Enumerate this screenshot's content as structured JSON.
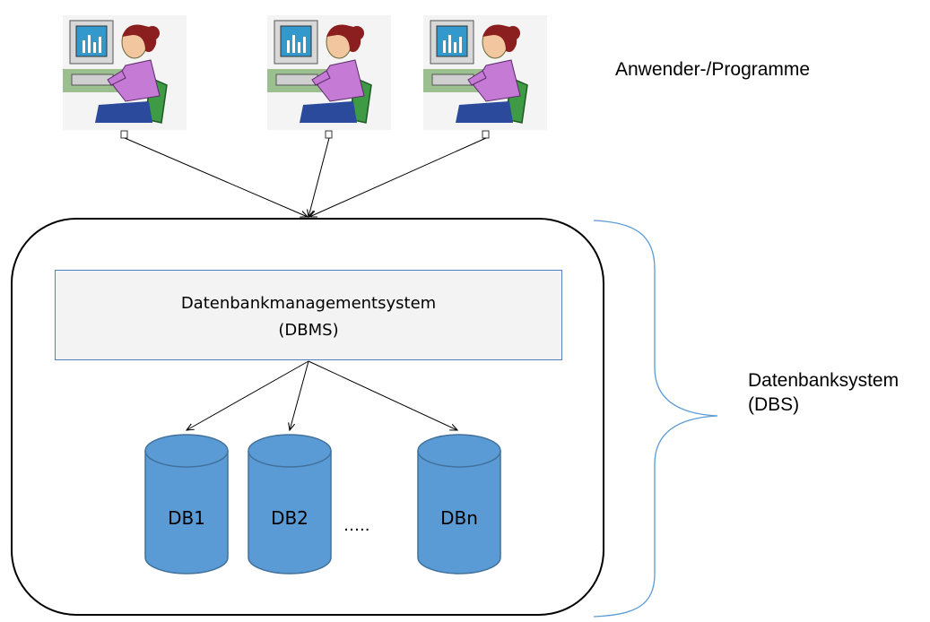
{
  "users_label": "Anwender-/Programme",
  "dbms": {
    "line1": "Datenbankmanagementsystem",
    "line2": "(DBMS)"
  },
  "dbs": {
    "line1": "Datenbanksystem",
    "line2": "(DBS)"
  },
  "databases": [
    "DB1",
    "DB2",
    "DBn"
  ],
  "ellipsis": "…..",
  "colors": {
    "cylinder": "#5b9bd5",
    "cylinder_stroke": "#41719c",
    "brace": "#5b9bd5",
    "dbms_border": "#4f81bd"
  },
  "user_icons": [
    "user-at-computer-icon",
    "user-at-computer-icon",
    "user-at-computer-icon"
  ]
}
